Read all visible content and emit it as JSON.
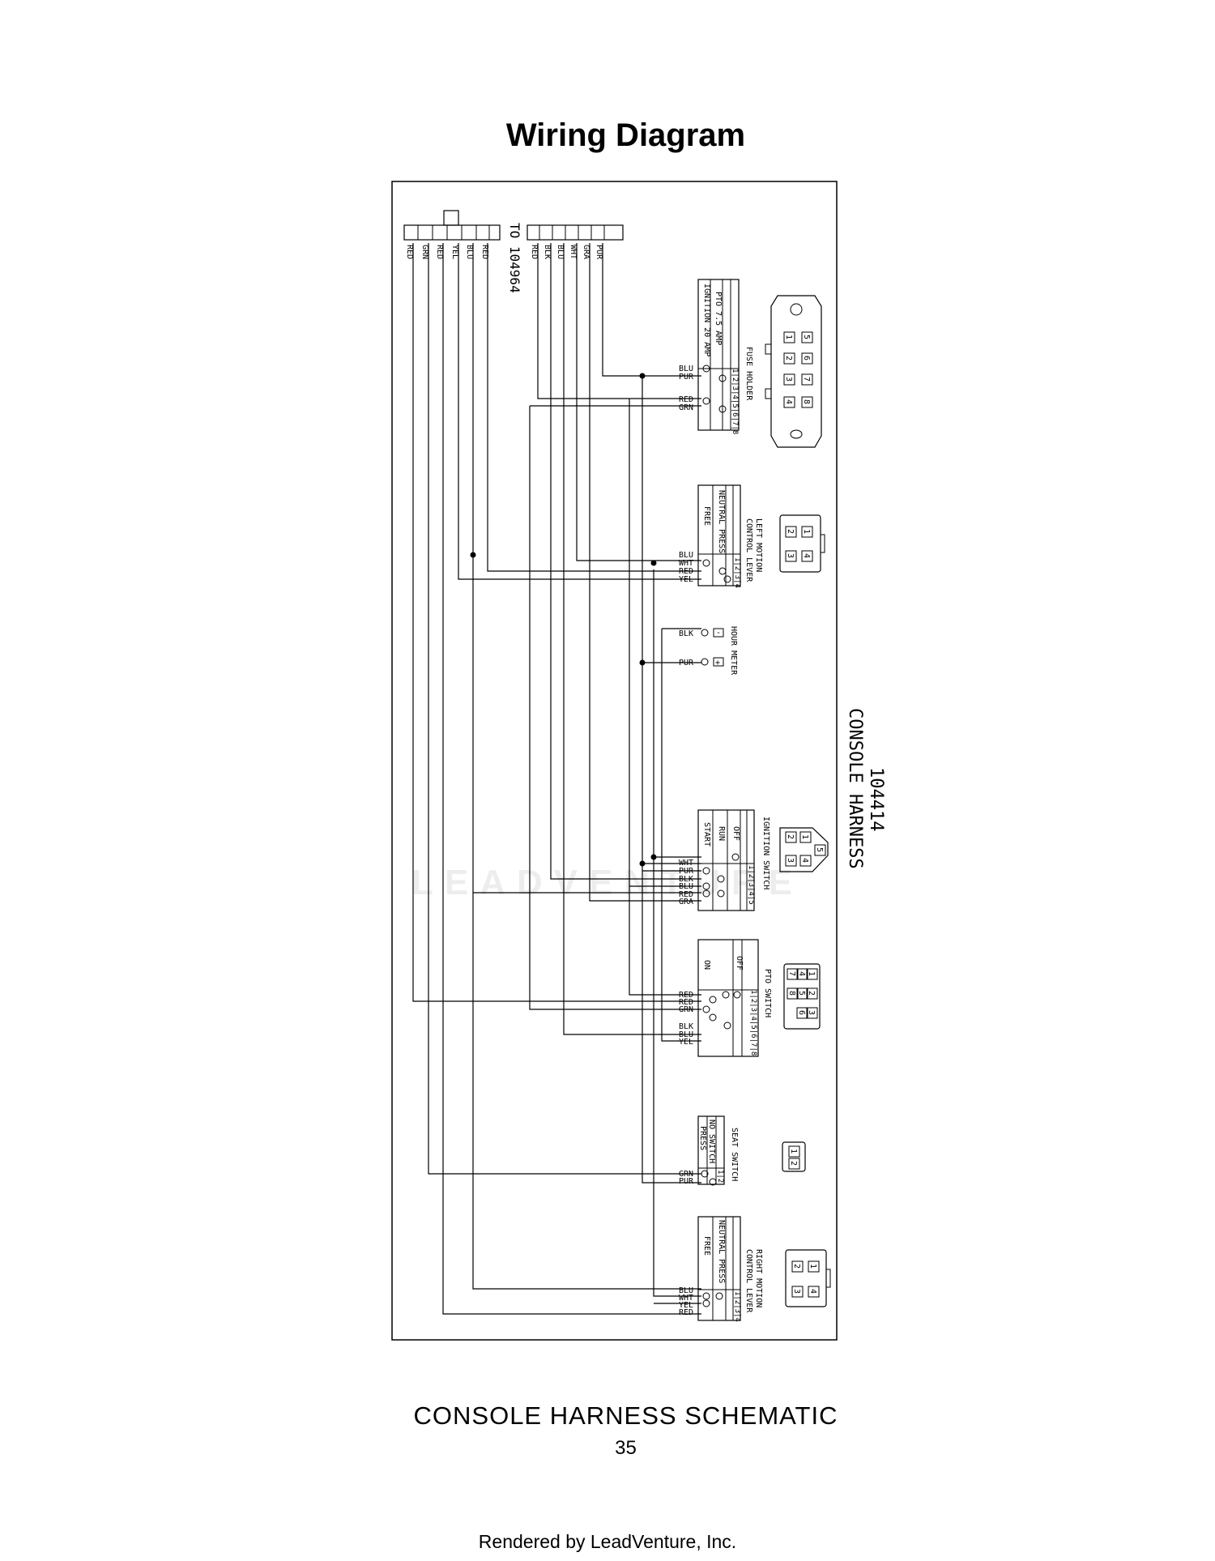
{
  "title": "Wiring Diagram",
  "caption": "CONSOLE HARNESS SCHEMATIC",
  "page_number": "35",
  "footer": "Rendered by LeadVenture, Inc.",
  "watermark": "LEADVENTURE",
  "harness": {
    "part_number": "104414",
    "name": "CONSOLE HARNESS"
  },
  "plug_to": "TO 104964",
  "left_plug_wires": [
    "RED",
    "GRN",
    "RED",
    "YEL",
    "BLU",
    "RED"
  ],
  "right_plug_wires": [
    "RED",
    "BLK",
    "BLU",
    "WHT",
    "GRA",
    "PUR"
  ],
  "fuse_holder": {
    "name": "FUSE HOLDER",
    "rows": [
      "PTO 7.5 AMP",
      "IGNITION 20 AMP"
    ],
    "pins": "1|2|3|4|5|6|7|8",
    "wires": [
      "BLU",
      "PUR",
      "RED",
      "GRN"
    ],
    "connector_pins": [
      "5",
      "6",
      "7",
      "8",
      "1",
      "2",
      "3",
      "4"
    ]
  },
  "left_motion": {
    "name": "LEFT MOTION",
    "name2": "CONTROL LEVER",
    "rows": [
      "NEUTRAL PRESS",
      "FREE"
    ],
    "pins": "1|2|3|4",
    "wires": [
      "BLU",
      "WHT",
      "RED",
      "YEL"
    ],
    "connector_pins": [
      "1",
      "2",
      "4",
      "3"
    ]
  },
  "hour_meter": {
    "name": "HOUR METER",
    "wires": [
      "BLK",
      "PUR"
    ],
    "terminals": [
      "-",
      "+"
    ]
  },
  "ignition_switch": {
    "name": "IGNITION SWITCH",
    "rows": [
      "OFF",
      "RUN",
      "START"
    ],
    "pins": "1|2|3|4|5",
    "wires": [
      "WHT",
      "PUR",
      "BLK",
      "BLU",
      "RED",
      "GRA"
    ],
    "connector_pins": [
      "5",
      "1",
      "2",
      "4",
      "3"
    ]
  },
  "pto_switch": {
    "name": "PTO SWITCH",
    "rows": [
      "OFF",
      "ON"
    ],
    "pins": "1|2|3|4|5|6|7|8",
    "wires": [
      "RED",
      "RED",
      "GRN",
      "BLK",
      "BLU",
      "YEL"
    ],
    "connector_pins": [
      "1",
      "2",
      "3",
      "4",
      "5",
      "6",
      "7",
      "8"
    ]
  },
  "seat_switch": {
    "name": "SEAT SWITCH",
    "rows": [
      "NO SWITCH",
      "PRESS"
    ],
    "pins": "1|2",
    "wires": [
      "GRN",
      "PUR"
    ],
    "connector_pins": [
      "1",
      "2"
    ]
  },
  "right_motion": {
    "name": "RIGHT MOTION",
    "name2": "CONTROL LEVER",
    "rows": [
      "NEUTRAL PRESS",
      "FREE"
    ],
    "pins": "1|2|3|4",
    "wires": [
      "BLU",
      "WHT",
      "YEL",
      "RED"
    ],
    "connector_pins": [
      "1",
      "2",
      "4",
      "3"
    ]
  }
}
